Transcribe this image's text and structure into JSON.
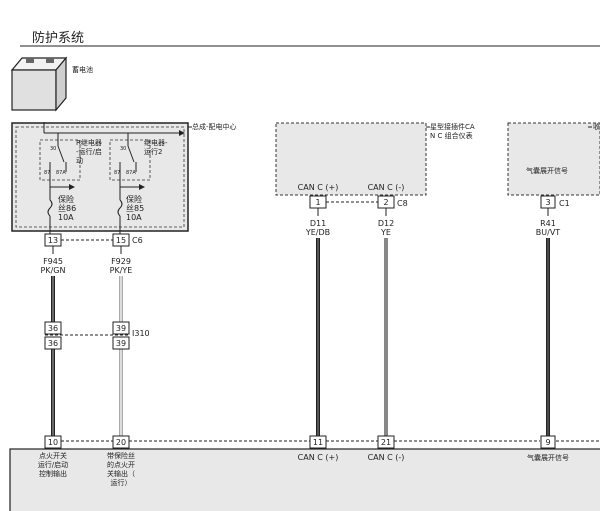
{
  "header": {
    "title": "防护系统"
  },
  "battery": {
    "label": "蓄电池"
  },
  "fuse_box": {
    "name": "总成-配电中心",
    "relay_r": {
      "lines": [
        "R继电器",
        "-运行/启",
        "动"
      ]
    },
    "relay_2": {
      "lines": [
        "继电器-",
        "运行2"
      ]
    },
    "pins": [
      "30",
      "87",
      "87A",
      "30",
      "87",
      "87A"
    ],
    "fuse_86": {
      "lines": [
        "保险",
        "丝86",
        "10A"
      ]
    },
    "fuse_85": {
      "lines": [
        "保险",
        "丝85",
        "10A"
      ]
    },
    "connector": {
      "pins": [
        "13",
        "15"
      ],
      "name": "C6"
    }
  },
  "cluster": {
    "name_lines": [
      "星型接插件CA",
      "N C 组合仪表"
    ],
    "pin_labels": [
      "CAN C (+)",
      "CAN C (-)"
    ],
    "connector": {
      "pins": [
        "1",
        "2"
      ],
      "name": "C8"
    }
  },
  "airbag": {
    "name_partial": "收",
    "signal": "气囊展开信号",
    "connector": {
      "pin": "3",
      "name": "C1"
    }
  },
  "wires": [
    {
      "code": "F945",
      "color": "PK/GN"
    },
    {
      "code": "F929",
      "color": "PK/YE"
    },
    {
      "code": "D11",
      "color": "YE/DB"
    },
    {
      "code": "D12",
      "color": "YE"
    },
    {
      "code": "R41",
      "color": "BU/VT"
    }
  ],
  "inline_connector": {
    "pins_top": [
      "36",
      "39"
    ],
    "pins_bottom": [
      "36",
      "39"
    ],
    "name": "I310"
  },
  "bottom_module": {
    "pins": [
      "10",
      "20",
      "11",
      "21",
      "9"
    ],
    "labels": {
      "p10": [
        "点火开关",
        "运行/启动",
        "控制输出"
      ],
      "p20": [
        "带保险丝",
        "的点火开",
        "关输出（",
        "运行）"
      ],
      "p11": "CAN C (+)",
      "p21": "CAN C (-)",
      "p9": "气囊展开信号"
    }
  },
  "colors": {
    "line": "#222222",
    "box_fill": "#e8e8e8",
    "wire_gray": "#888888",
    "wire_light": "#bbbbbb"
  }
}
